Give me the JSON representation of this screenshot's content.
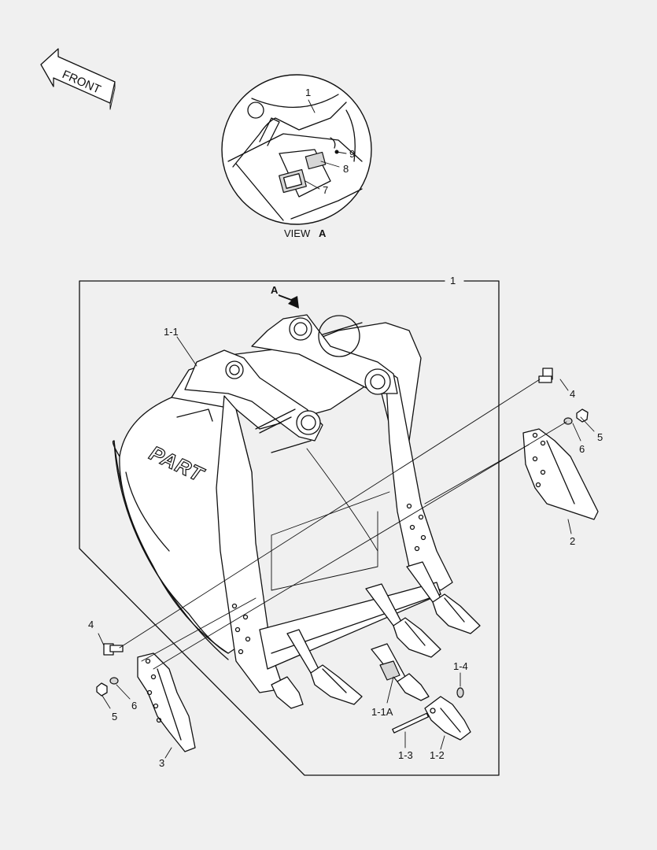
{
  "front_arrow": {
    "text": "FRONT"
  },
  "view": {
    "caption": "VIEW",
    "letter": "A"
  },
  "view_arrow_letter": "A",
  "callouts": {
    "c1": "1",
    "c1_1": "1-1",
    "c1_1a": "1-1A",
    "c1_2": "1-2",
    "c1_3": "1-3",
    "c1_4": "1-4",
    "c2": "2",
    "c3": "3",
    "c4_right": "4",
    "c4_left": "4",
    "c5_right": "5",
    "c5_left": "5",
    "c6_right": "6",
    "c6_left": "6",
    "v1": "1",
    "v7": "7",
    "v8": "8",
    "v9": "9"
  },
  "logo_text": "PART"
}
